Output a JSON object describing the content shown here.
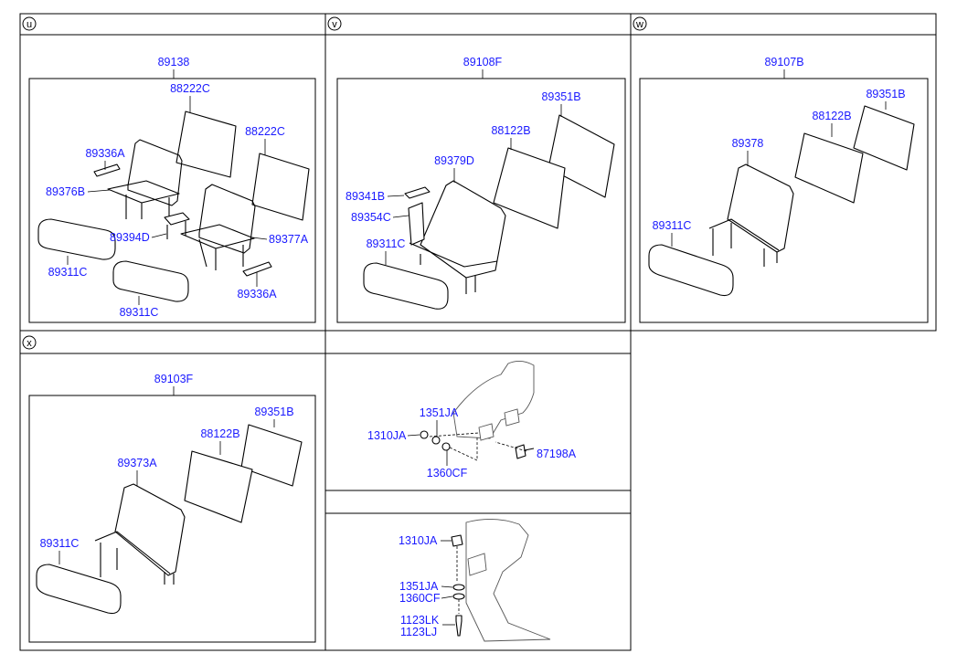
{
  "colors": {
    "label": "#1a1aff",
    "line": "#000000",
    "background": "#ffffff"
  },
  "sections": {
    "u": {
      "letter": "u",
      "assembly": "89138",
      "parts": [
        "88222C",
        "88222C",
        "89336A",
        "89376B",
        "89394D",
        "89377A",
        "89311C",
        "89311C",
        "89336A"
      ]
    },
    "v": {
      "letter": "v",
      "assembly": "89108F",
      "parts": [
        "89351B",
        "88122B",
        "89379D",
        "89341B",
        "89354C",
        "89311C"
      ]
    },
    "w": {
      "letter": "w",
      "assembly": "89107B",
      "parts": [
        "89351B",
        "88122B",
        "89378",
        "89311C"
      ]
    },
    "x": {
      "letter": "x",
      "assembly": "89103F",
      "parts": [
        "89351B",
        "88122B",
        "89373A",
        "89311C"
      ]
    },
    "detail_a": {
      "parts": [
        "1351JA",
        "1310JA",
        "87198A",
        "1360CF"
      ]
    },
    "detail_b": {
      "parts": [
        "1310JA",
        "1351JA",
        "1360CF",
        "1123LK",
        "1123LJ"
      ]
    }
  }
}
